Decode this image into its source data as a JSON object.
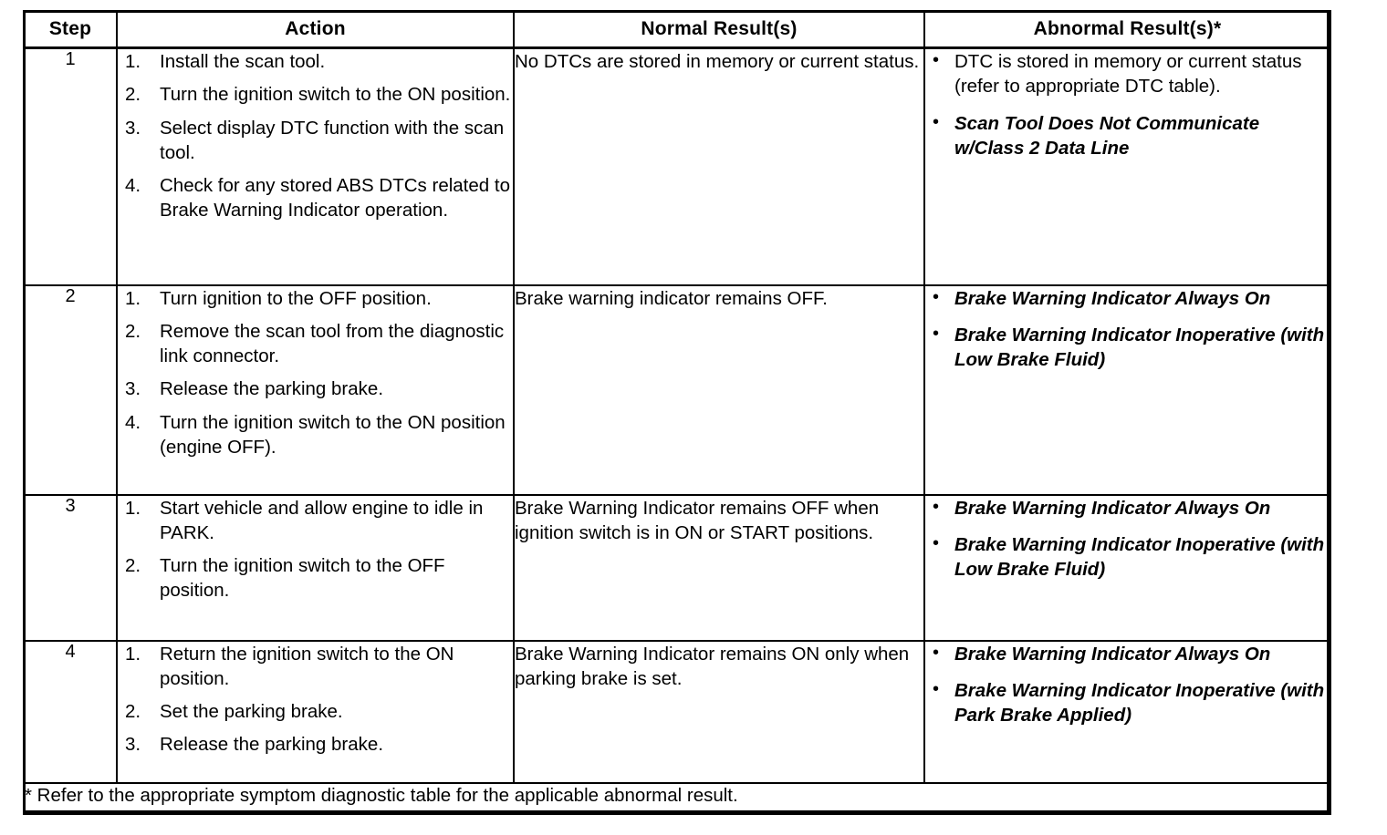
{
  "table": {
    "headers": [
      {
        "key": "step",
        "label": "Step"
      },
      {
        "key": "action",
        "label": "Action"
      },
      {
        "key": "normal",
        "label": "Normal Result(s)"
      },
      {
        "key": "abnormal",
        "label": "Abnormal Result(s)*"
      }
    ],
    "rows": [
      {
        "step": "1",
        "action_items": [
          {
            "num": "1.",
            "text": "Install the scan tool."
          },
          {
            "num": "2.",
            "text": "Turn the ignition switch to the ON position."
          },
          {
            "num": "3.",
            "text": "Select display DTC function with the scan tool."
          },
          {
            "num": "4.",
            "text": "Check for any stored ABS DTCs related to Brake Warning Indicator operation."
          }
        ],
        "normal": "No DTCs are stored in memory or current status.",
        "abnormal_items": [
          {
            "text": "DTC is stored in memory or current status (refer to appropriate DTC table).",
            "italic": false
          },
          {
            "text": "Scan Tool Does Not Communicate w/Class 2 Data Line",
            "italic": true
          }
        ]
      },
      {
        "step": "2",
        "action_items": [
          {
            "num": "1.",
            "text": "Turn ignition to the OFF position."
          },
          {
            "num": "2.",
            "text": "Remove the scan tool from the diagnostic link connector."
          },
          {
            "num": "3.",
            "text": "Release the parking brake."
          },
          {
            "num": "4.",
            "text": "Turn the ignition switch to the ON position (engine OFF)."
          }
        ],
        "normal": "Brake warning indicator remains OFF.",
        "abnormal_items": [
          {
            "text": "Brake Warning Indicator Always On",
            "italic": true
          },
          {
            "text": "Brake Warning Indicator Inoperative (with Low Brake Fluid)",
            "italic": true
          }
        ]
      },
      {
        "step": "3",
        "action_items": [
          {
            "num": "1.",
            "text": "Start vehicle and allow engine to idle in PARK."
          },
          {
            "num": "2.",
            "text": "Turn the ignition switch to the OFF position."
          }
        ],
        "normal": "Brake Warning Indicator remains OFF when ignition switch is in ON or START positions.",
        "abnormal_items": [
          {
            "text": "Brake Warning Indicator Always On",
            "italic": true
          },
          {
            "text": "Brake Warning Indicator Inoperative (with Low Brake Fluid)",
            "italic": true
          }
        ]
      },
      {
        "step": "4",
        "action_items": [
          {
            "num": "1.",
            "text": "Return the ignition switch to the ON position."
          },
          {
            "num": "2.",
            "text": "Set the parking brake."
          },
          {
            "num": "3.",
            "text": "Release the parking brake."
          }
        ],
        "normal": "Brake Warning Indicator remains ON only when parking brake is set.",
        "abnormal_items": [
          {
            "text": "Brake Warning Indicator Always On",
            "italic": true
          },
          {
            "text": "Brake Warning Indicator Inoperative (with Park Brake Applied)",
            "italic": true
          }
        ]
      }
    ],
    "footnote": "* Refer to the appropriate symptom diagnostic table for the applicable abnormal result.",
    "bullet_glyph": "•"
  },
  "colors": {
    "ink": "#000000",
    "paper": "#ffffff"
  }
}
